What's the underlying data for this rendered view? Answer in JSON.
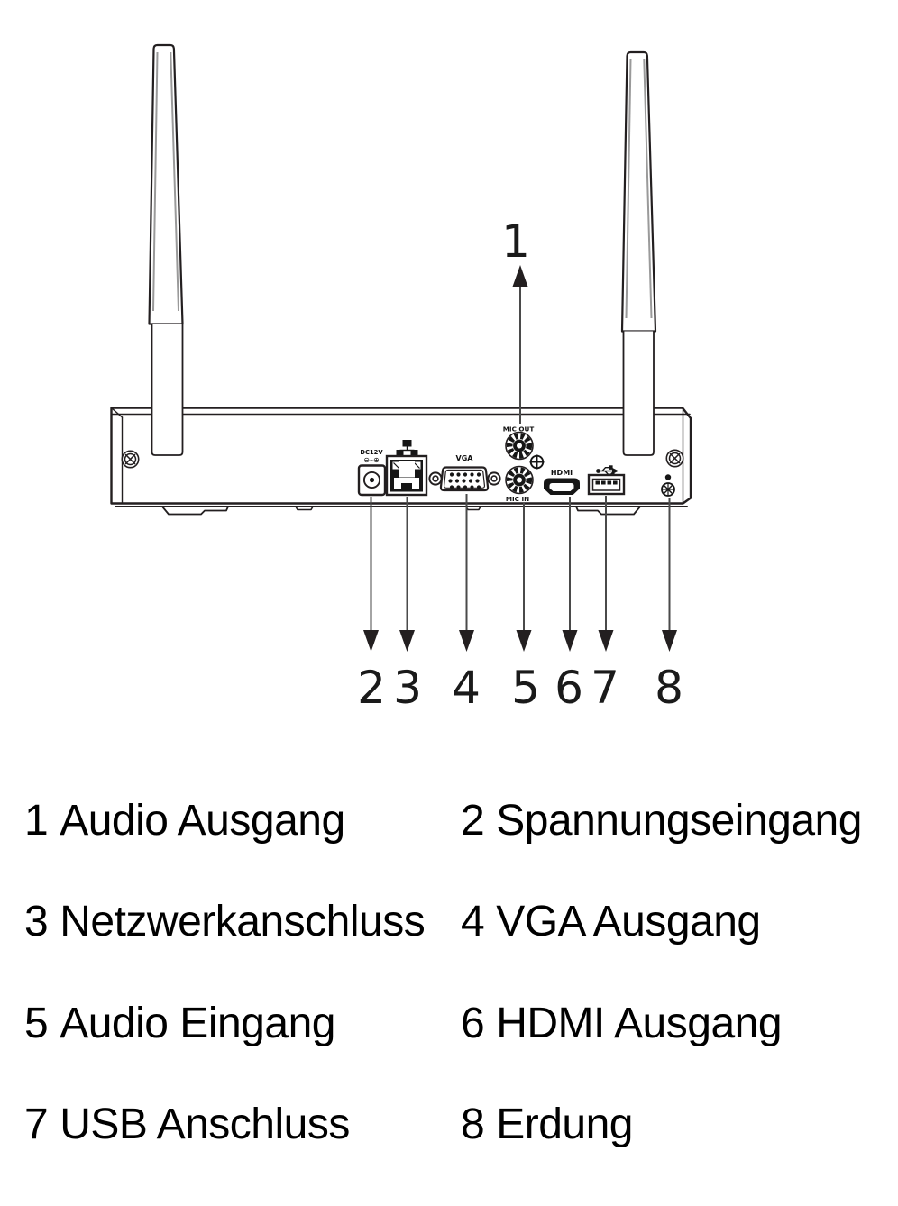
{
  "ports": {
    "power_label": "DC12V",
    "power_polarity": "⊖–⊕",
    "vga_label": "VGA",
    "mic_out_label": "MIC OUT",
    "mic_in_label": "MIC IN",
    "hdmi_label": "HDMI"
  },
  "callouts": [
    "1",
    "2",
    "3",
    "4",
    "5",
    "6",
    "7",
    "8"
  ],
  "legend": {
    "items": [
      {
        "num": "1",
        "label": "Audio Ausgang"
      },
      {
        "num": "2",
        "label": "Spannungseingang"
      },
      {
        "num": "3",
        "label": "Netzwerkanschluss"
      },
      {
        "num": "4",
        "label": "VGA Ausgang"
      },
      {
        "num": "5",
        "label": "Audio Eingang"
      },
      {
        "num": "6",
        "label": "HDMI Ausgang"
      },
      {
        "num": "7",
        "label": "USB Anschluss"
      },
      {
        "num": "8",
        "label": "Erdung"
      }
    ]
  },
  "colors": {
    "line": "#231f20",
    "arrow": "#4a4a4a",
    "black": "#161616"
  }
}
